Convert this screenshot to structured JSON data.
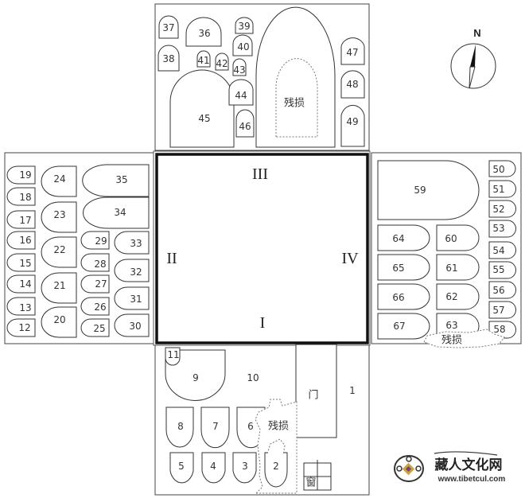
{
  "compass": {
    "label": "N"
  },
  "central_hall": {
    "sections": [
      {
        "id": "I",
        "label": "I",
        "position": "south"
      },
      {
        "id": "II",
        "label": "II",
        "position": "west"
      },
      {
        "id": "III",
        "label": "III",
        "position": "north"
      },
      {
        "id": "IV",
        "label": "IV",
        "position": "east"
      }
    ]
  },
  "labels": {
    "damaged": "残损",
    "door": "门",
    "window": "窗"
  },
  "north_wing": {
    "niches": [
      "36",
      "37",
      "38",
      "39",
      "40",
      "41",
      "42",
      "43",
      "44",
      "45",
      "46",
      "47",
      "48",
      "49"
    ],
    "damaged_label": "残损"
  },
  "west_wing": {
    "niches": [
      "12",
      "13",
      "14",
      "15",
      "16",
      "17",
      "18",
      "19",
      "20",
      "21",
      "22",
      "23",
      "24",
      "25",
      "26",
      "27",
      "28",
      "29",
      "30",
      "31",
      "32",
      "33",
      "34",
      "35"
    ]
  },
  "east_wing": {
    "niches": [
      "50",
      "51",
      "52",
      "53",
      "54",
      "55",
      "56",
      "57",
      "58",
      "59",
      "60",
      "61",
      "62",
      "63",
      "64",
      "65",
      "66",
      "67"
    ],
    "damaged_label": "残损"
  },
  "south_wing": {
    "niches": [
      "1",
      "2",
      "3",
      "4",
      "5",
      "6",
      "7",
      "8",
      "9",
      "10",
      "11"
    ],
    "door_label": "门",
    "window_label": "窗",
    "damaged_label": "残损"
  },
  "watermark": {
    "title": "藏人文化网",
    "url": "www.tibetcul.com"
  }
}
